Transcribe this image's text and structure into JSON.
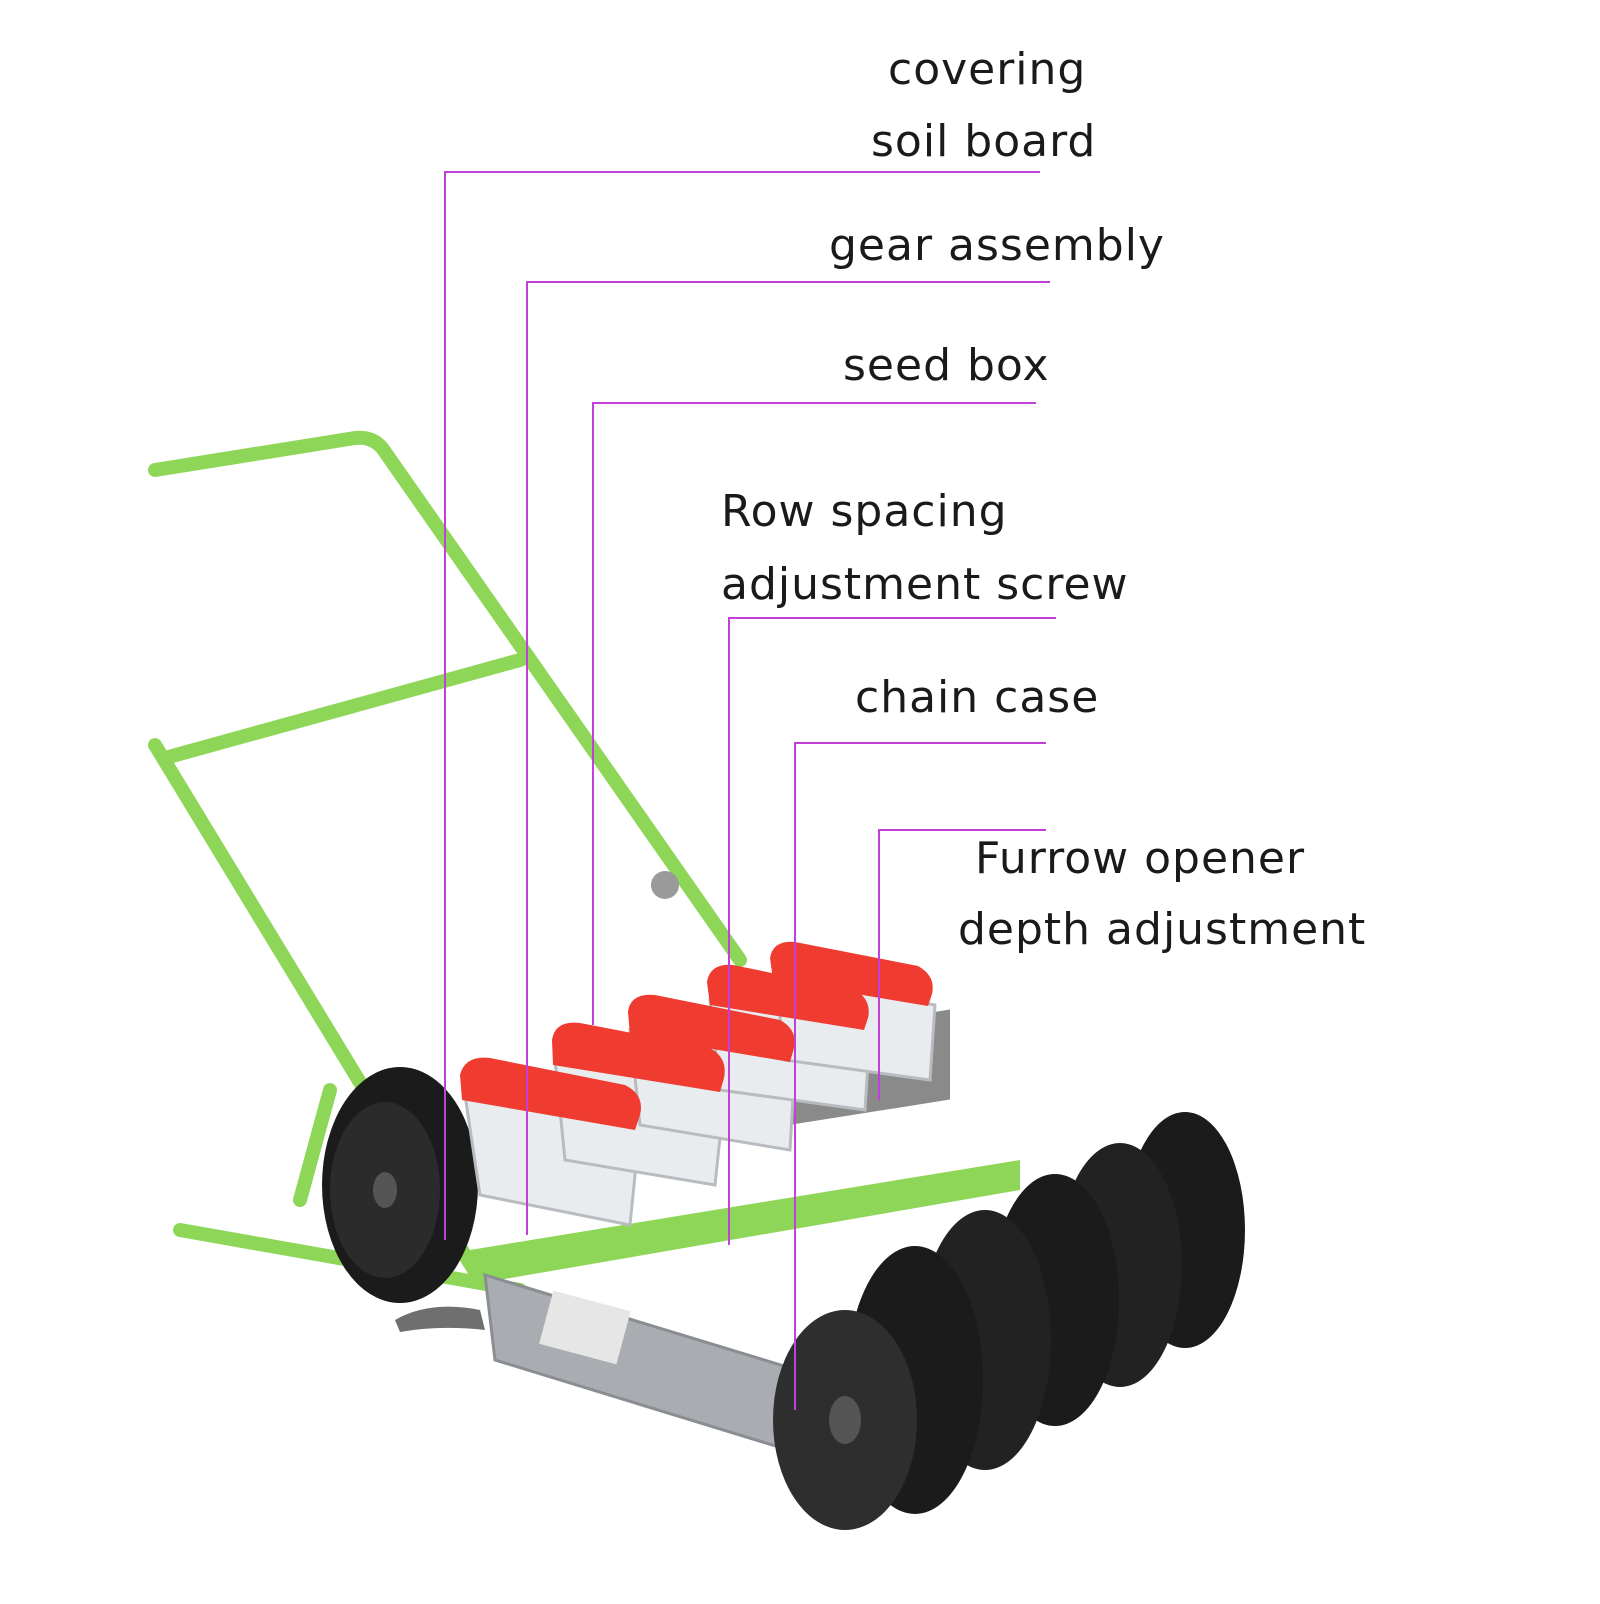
{
  "labels": {
    "covering_line1": "covering",
    "covering_line2": "soil board",
    "gear": "gear assembly",
    "seed_box": "seed box",
    "row_line1": "Row spacing",
    "row_line2": "adjustment screw",
    "chain": "chain case",
    "furrow_line1": "Furrow opener",
    "furrow_line2": "depth adjustment"
  },
  "colors": {
    "leader": "#c040d8",
    "frame": "#8ed658",
    "frame_dark": "#5fa83a",
    "lid": "#ef3b30",
    "wheel": "#1b1b1b",
    "case": "#a9acb0"
  }
}
